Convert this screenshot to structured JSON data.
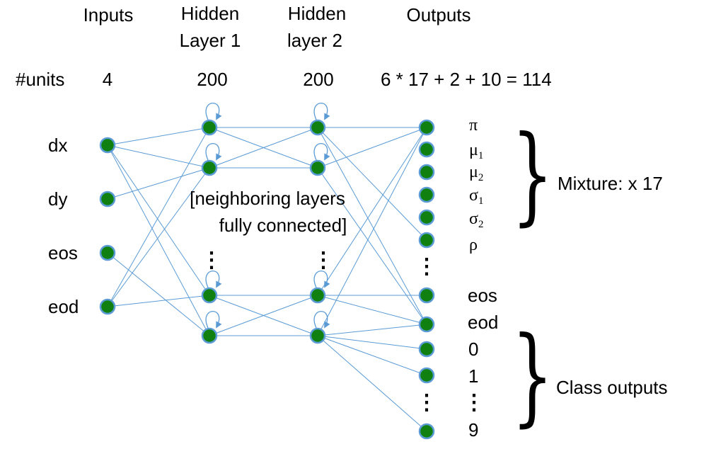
{
  "headers": {
    "inputs": "Inputs",
    "hidden1_line1": "Hidden",
    "hidden1_line2": "Layer 1",
    "hidden2_line1": "Hidden",
    "hidden2_line2": "layer 2",
    "outputs": "Outputs"
  },
  "units_row": {
    "label": "#units",
    "inputs": "4",
    "hidden1": "200",
    "hidden2": "200",
    "outputs": "6 * 17 + 2 + 10 = 114"
  },
  "input_labels": [
    "dx",
    "dy",
    "eos",
    "eod"
  ],
  "note": {
    "line1": "[neighboring layers",
    "line2": "fully connected]"
  },
  "output_symbols": [
    {
      "base": "π",
      "sub": ""
    },
    {
      "base": "μ",
      "sub": "1"
    },
    {
      "base": "μ",
      "sub": "2"
    },
    {
      "base": "σ",
      "sub": "1"
    },
    {
      "base": "σ",
      "sub": "2"
    },
    {
      "base": "ρ",
      "sub": ""
    }
  ],
  "output_labels": {
    "eos": "eos",
    "eod": "eod",
    "class0": "0",
    "class1": "1",
    "class9": "9"
  },
  "braces": {
    "mixture": "Mixture: x 17",
    "class": "Class outputs"
  },
  "ellipsis": "⋮",
  "colors": {
    "node_fill": "#108010",
    "node_stroke": "#5b9bd5",
    "edge": "#5b9bd5"
  }
}
